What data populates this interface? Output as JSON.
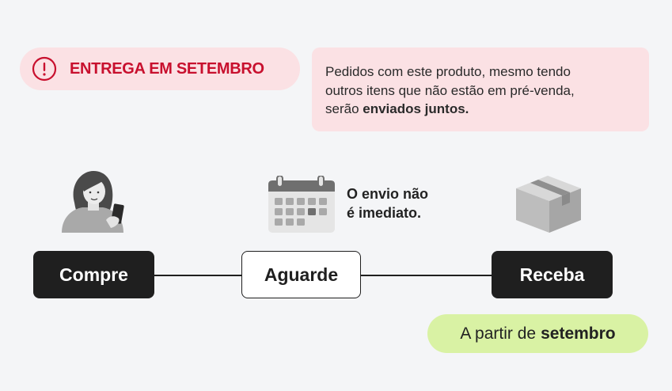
{
  "banner": {
    "text": "ENTREGA EM SETEMBRO",
    "icon": "alert-circle-icon",
    "color": "#c8102e",
    "background": "#fbe1e4"
  },
  "note": {
    "line1": "Pedidos com este produto, mesmo tendo",
    "line2": "outros itens que não estão em pré-venda,",
    "line3_prefix": "serão ",
    "line3_bold": "enviados juntos."
  },
  "steps": [
    {
      "label": "Compre",
      "style": "dark",
      "illustration": "woman-with-phone-icon"
    },
    {
      "label": "Aguarde",
      "style": "light",
      "illustration": "calendar-icon"
    },
    {
      "label": "Receba",
      "style": "dark",
      "illustration": "package-box-icon"
    }
  ],
  "wait_note": {
    "line1": "O envio não",
    "line2": "é imediato."
  },
  "delivery_pill": {
    "prefix": "A partir de",
    "bold": "setembro",
    "background": "#d9f2a4"
  }
}
